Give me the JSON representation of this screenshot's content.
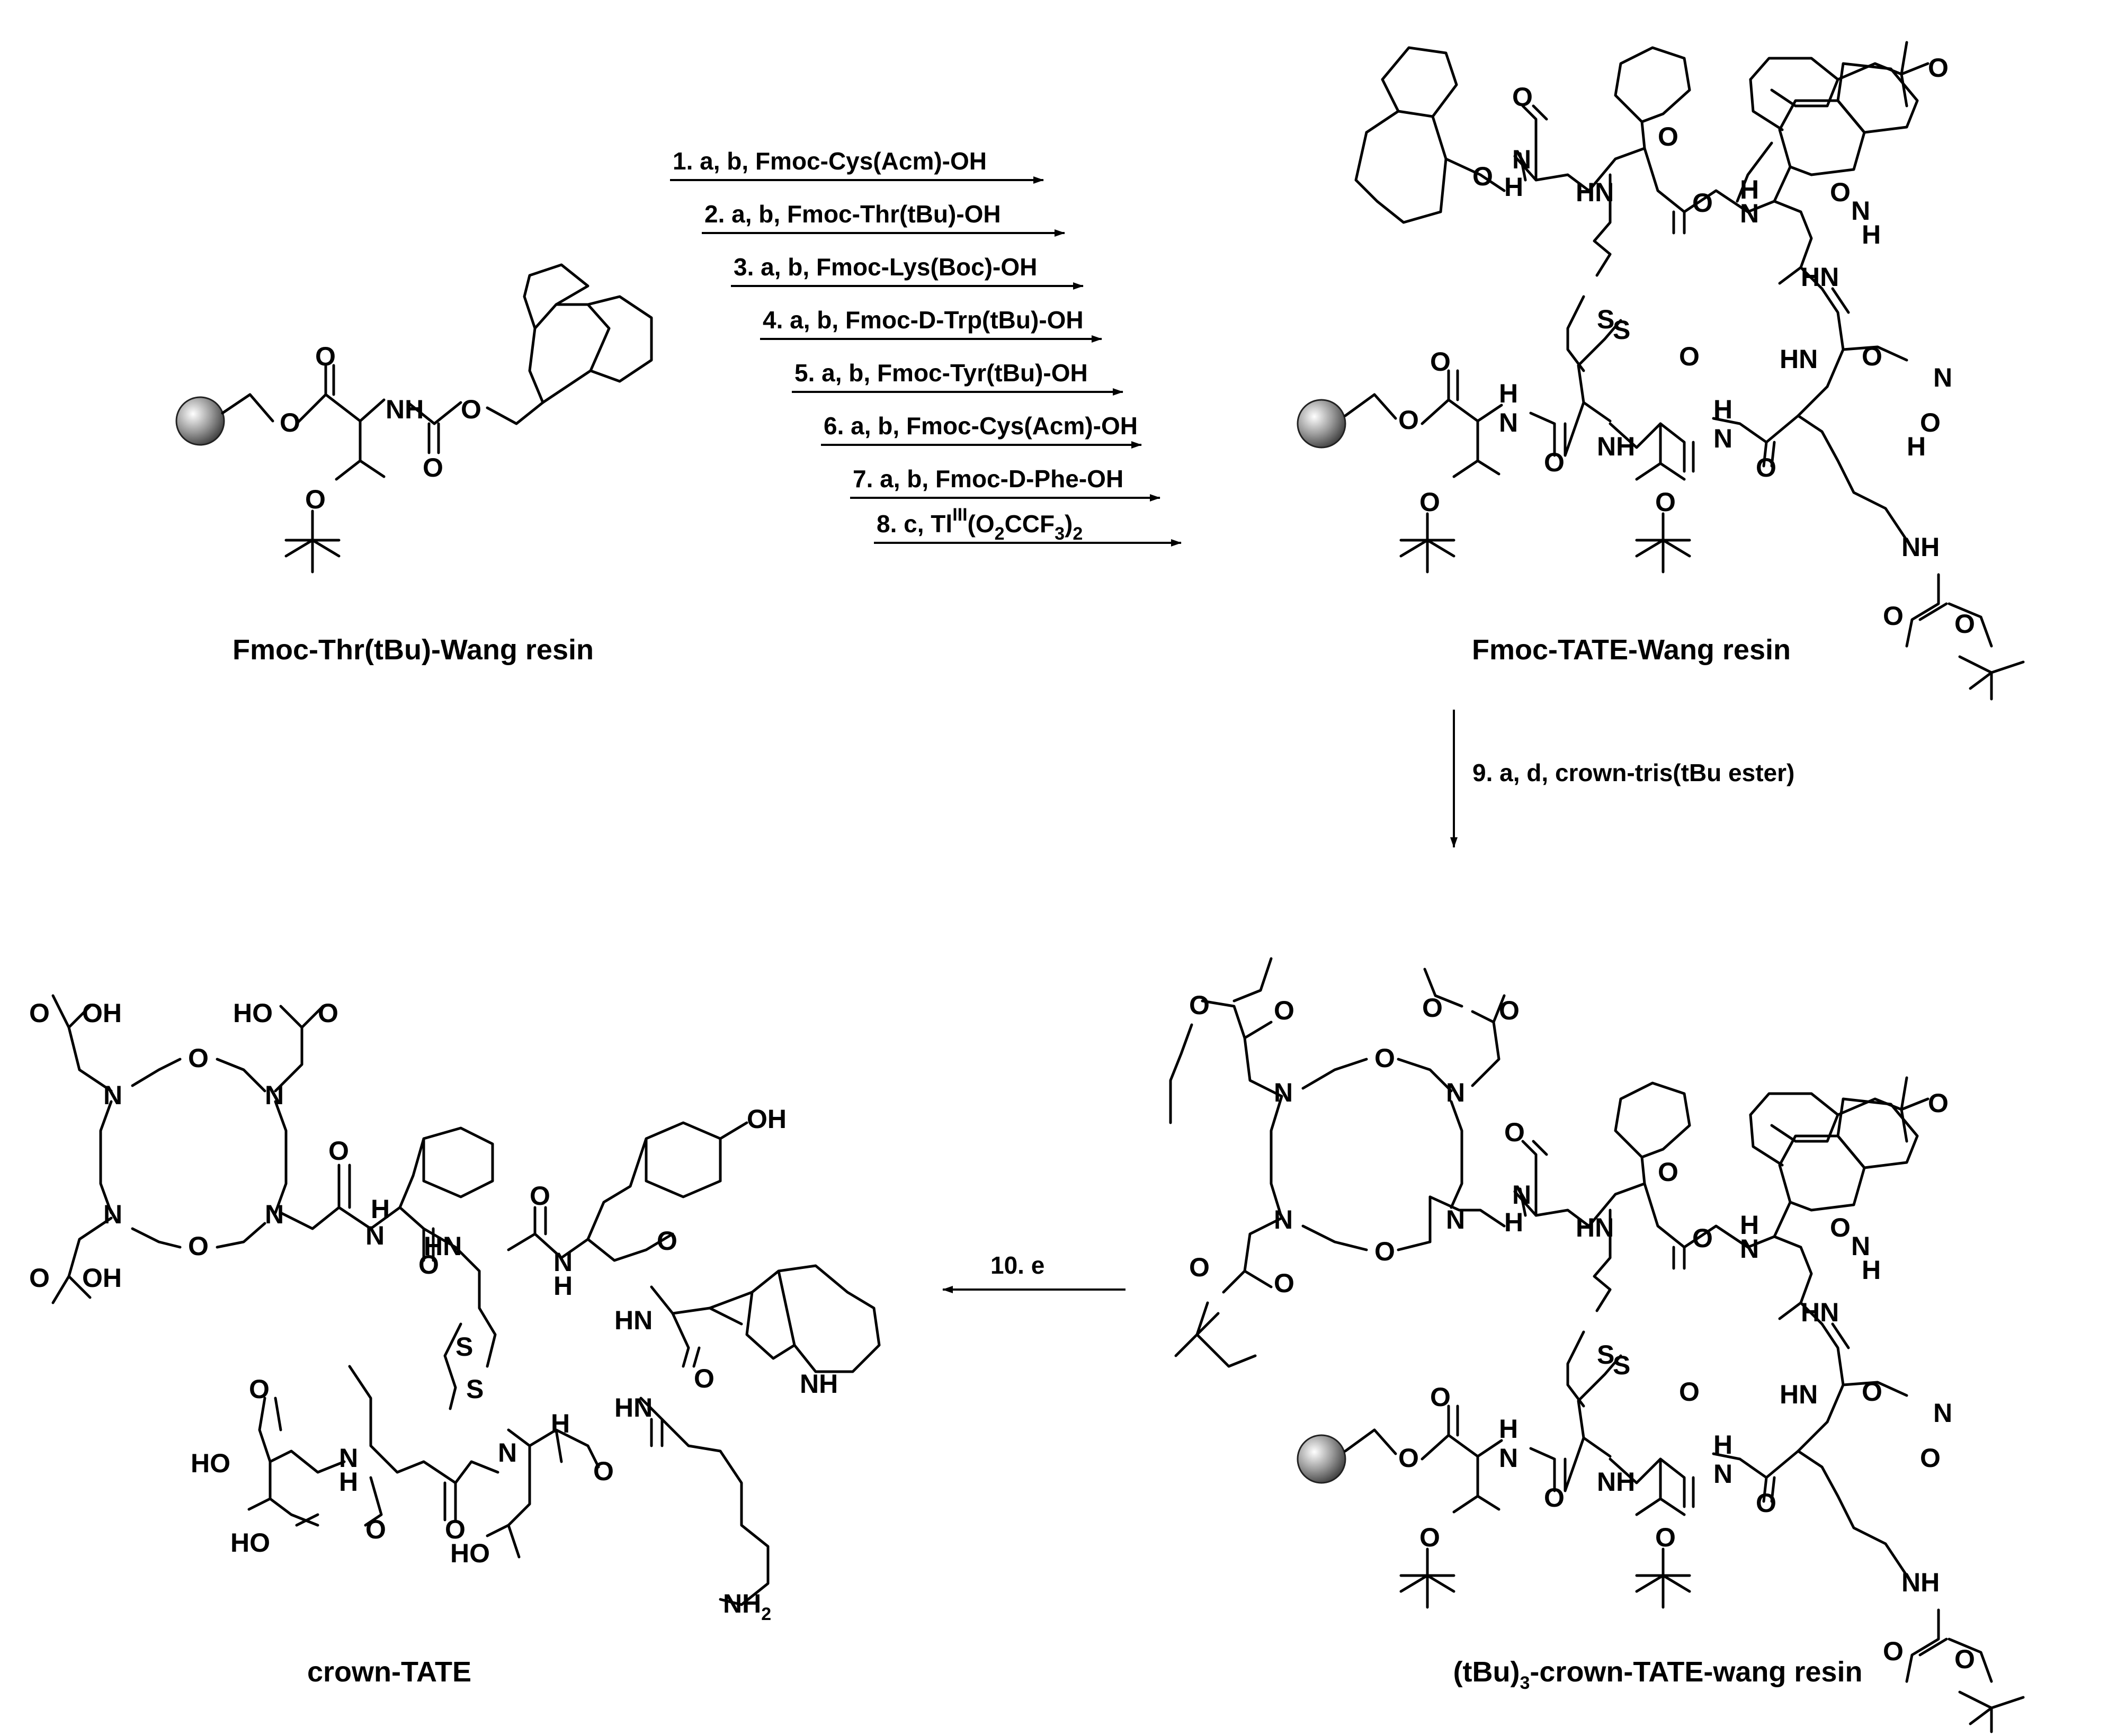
{
  "scheme": {
    "steps": [
      {
        "num": "1.",
        "reagents": "a, b, Fmoc-Cys(Acm)-OH"
      },
      {
        "num": "2.",
        "reagents": "a, b, Fmoc-Thr(tBu)-OH"
      },
      {
        "num": "3.",
        "reagents": "a, b, Fmoc-Lys(Boc)-OH"
      },
      {
        "num": "4.",
        "reagents": "a, b, Fmoc-D-Trp(tBu)-OH"
      },
      {
        "num": "5.",
        "reagents": "a, b, Fmoc-Tyr(tBu)-OH"
      },
      {
        "num": "6.",
        "reagents": "a, b, Fmoc-Cys(Acm)-OH"
      },
      {
        "num": "7.",
        "reagents": "a, b, Fmoc-D-Phe-OH"
      },
      {
        "num": "8.",
        "reagents_main": "c, Tl",
        "reagents_sup": "III",
        "reagents_tail": "(O",
        "reagents_sub1": "2",
        "reagents_tail2": "CCF",
        "reagents_sub2": "3",
        "reagents_tail3": ")",
        "reagents_sub3": "2"
      }
    ],
    "step9": "9. a, d, crown-tris(tBu ester)",
    "step10": "10. e"
  },
  "compounds": {
    "start": "Fmoc-Thr(tBu)-Wang resin",
    "fmoc_tate": "Fmoc-TATE-Wang resin",
    "protected_main": "(tBu)",
    "protected_sub": "3",
    "protected_tail": "-crown-TATE-wang resin",
    "final": "crown-TATE"
  },
  "atoms": {
    "O": "O",
    "N": "N",
    "S": "S",
    "H": "H",
    "NH": "NH",
    "HN": "HN",
    "OH": "OH",
    "HO": "HO",
    "NH2_main": "NH",
    "NH2_sub": "2"
  }
}
